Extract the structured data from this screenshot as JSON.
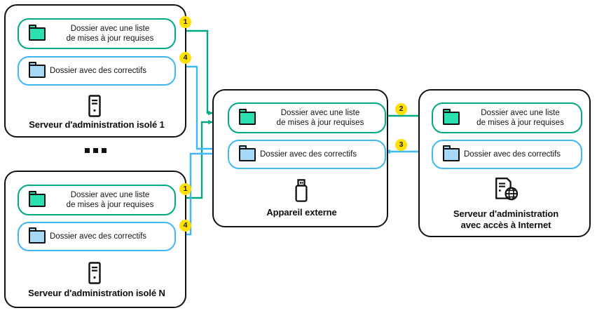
{
  "diagram": {
    "title_hidden": "",
    "colors": {
      "updates_accent": "#00A884",
      "patches_accent": "#3DB8F5",
      "badge_bg": "#FFE000",
      "outline": "#111111",
      "folder_updates_fill": "#2BE0B0",
      "folder_patches_fill": "#A6D9F7"
    },
    "folder_labels": {
      "updates": "Dossier avec une liste\nde mises à jour requises",
      "patches": "Dossier avec des correctifs"
    },
    "nodes": [
      {
        "id": "isolated-1",
        "caption": "Serveur d'administration isolé 1",
        "icon": "server-icon"
      },
      {
        "id": "isolated-n",
        "caption": "Serveur d'administration isolé N",
        "icon": "server-icon"
      },
      {
        "id": "external-device",
        "caption": "Appareil externe",
        "icon": "usb-drive-icon"
      },
      {
        "id": "internet-server",
        "caption": "Serveur d'administration\navec accès à Internet",
        "icon": "server-globe-icon"
      }
    ],
    "ellipsis": "...",
    "badges": [
      {
        "id": "badge-1-top",
        "label": "1"
      },
      {
        "id": "badge-4-top",
        "label": "4"
      },
      {
        "id": "badge-1-bottom",
        "label": "1"
      },
      {
        "id": "badge-4-bottom",
        "label": "4"
      },
      {
        "id": "badge-2",
        "label": "2"
      },
      {
        "id": "badge-3",
        "label": "3"
      }
    ]
  }
}
